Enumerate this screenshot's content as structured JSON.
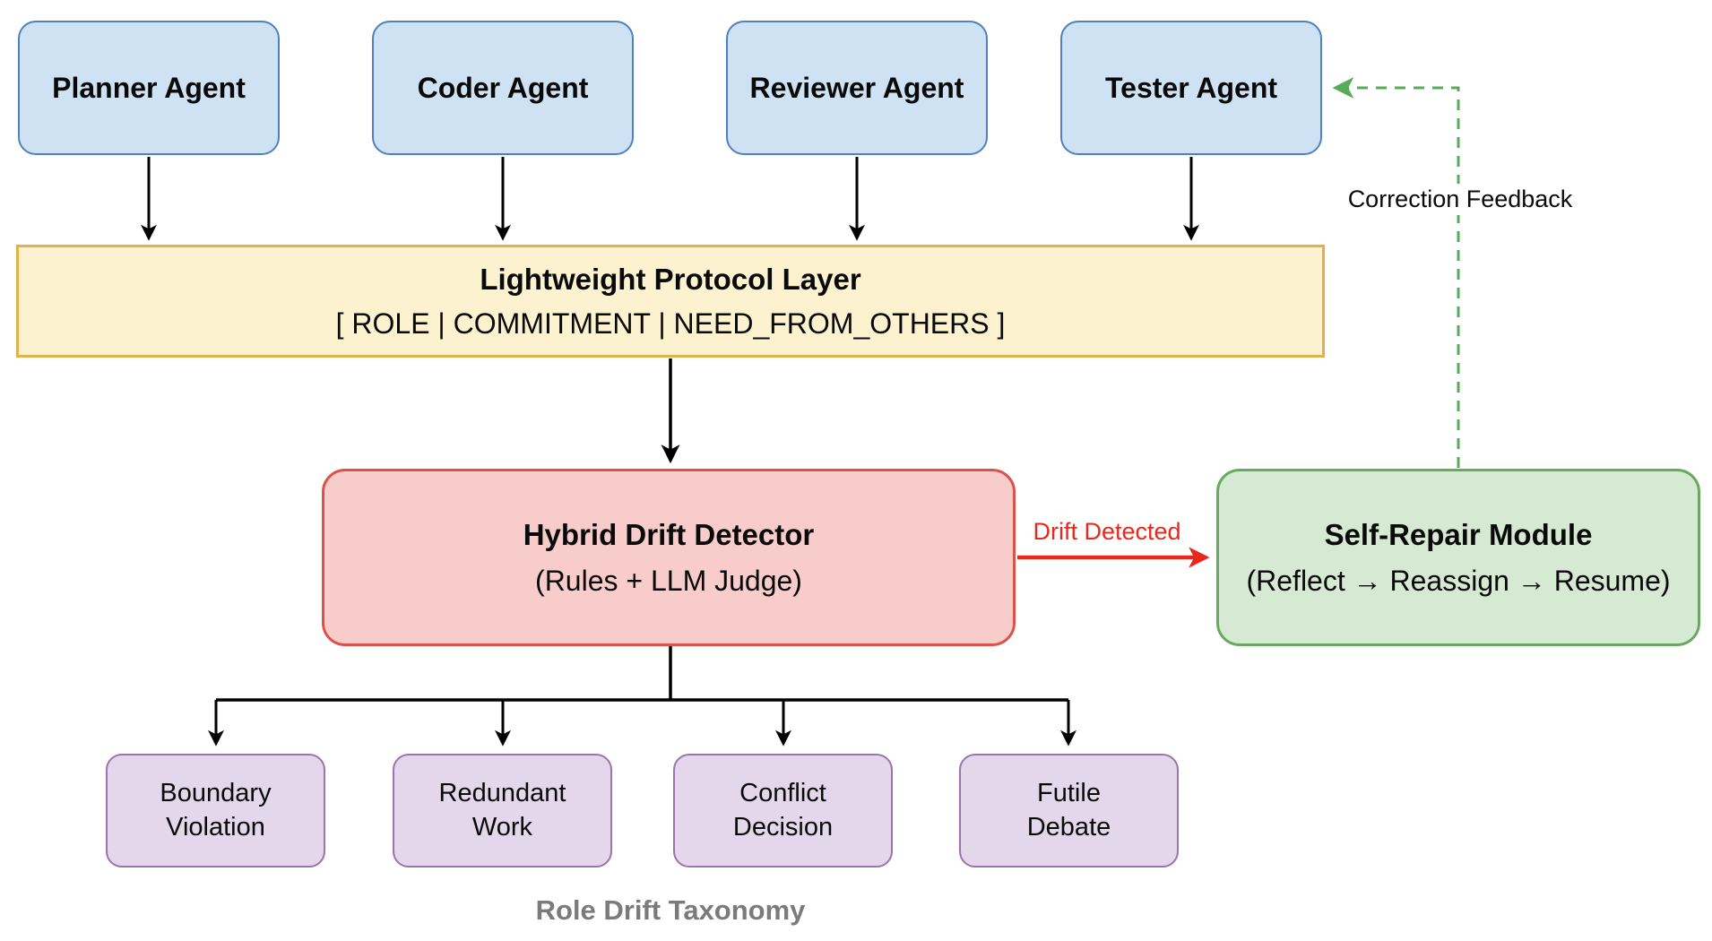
{
  "diagram": {
    "agents": [
      {
        "label": "Planner Agent"
      },
      {
        "label": "Coder Agent"
      },
      {
        "label": "Reviewer Agent"
      },
      {
        "label": "Tester Agent"
      }
    ],
    "protocol_layer": {
      "title": "Lightweight Protocol Layer",
      "schema": "[ ROLE | COMMITMENT | NEED_FROM_OTHERS ]"
    },
    "drift_detector": {
      "title": "Hybrid Drift Detector",
      "subtitle": "(Rules + LLM Judge)"
    },
    "self_repair": {
      "title": "Self-Repair Module",
      "subtitle": "(Reflect → Reassign → Resume)"
    },
    "edges": {
      "drift_detected": "Drift Detected",
      "correction_feedback": "Correction Feedback"
    },
    "taxonomy": {
      "caption": "Role Drift Taxonomy",
      "items": [
        {
          "line1": "Boundary",
          "line2": "Violation"
        },
        {
          "line1": "Redundant",
          "line2": "Work"
        },
        {
          "line1": "Conflict",
          "line2": "Decision"
        },
        {
          "line1": "Futile",
          "line2": "Debate"
        }
      ]
    }
  },
  "colors": {
    "blue-fill": "#CEE2F4",
    "blue-stroke": "#4E81BD",
    "yellow-fill": "#FCF2CF",
    "yellow-stroke": "#E2B14C",
    "red-fill": "#F8CCCA",
    "red-stroke": "#DC5248",
    "green-fill": "#D6E9D2",
    "green-stroke": "#67A95E",
    "purple-fill": "#E5D7EB",
    "purple-stroke": "#9B74AB",
    "arrow-black": "#000000",
    "arrow-red": "#E8281C",
    "arrow-green": "#57AC59",
    "caption-gray": "#7B7B7B",
    "text-black": "#0A0A0A"
  }
}
